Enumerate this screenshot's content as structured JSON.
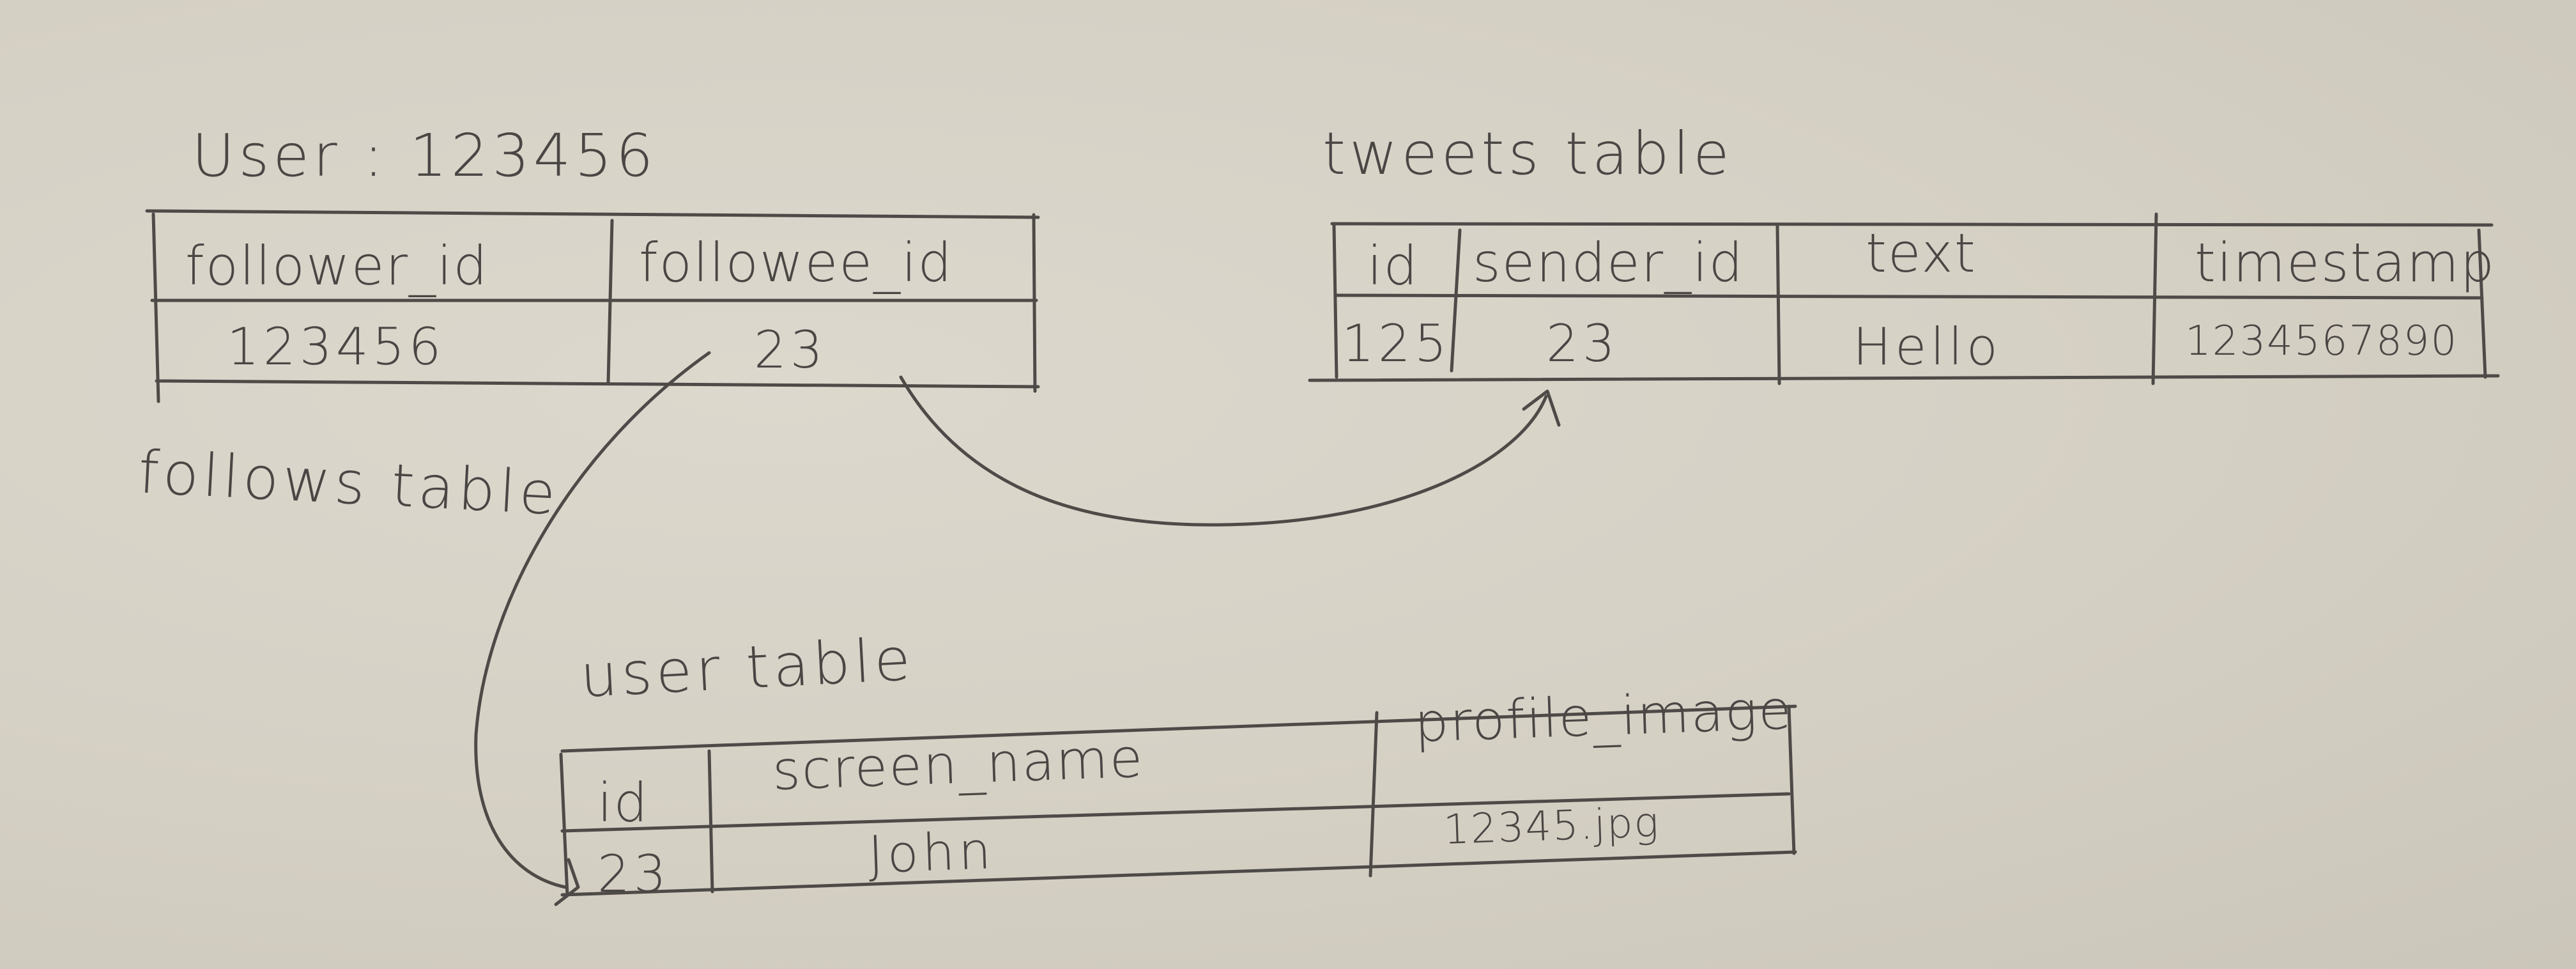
{
  "user_label": "User : 123456",
  "follows": {
    "caption": "follows table",
    "headers": [
      "follower_id",
      "followee_id"
    ],
    "row": [
      "123456",
      "23"
    ]
  },
  "tweets": {
    "caption": "tweets table",
    "headers": [
      "id",
      "sender_id",
      "text",
      "timestamp"
    ],
    "row": [
      "125",
      "23",
      "Hello",
      "1234567890"
    ]
  },
  "users": {
    "caption": "user table",
    "headers": [
      "id",
      "screen_name",
      "profile_image"
    ],
    "row": [
      "23",
      "John",
      "12345.jpg"
    ]
  },
  "colors": {
    "ink": "#4e4a47",
    "paper": "#d6d1c6"
  }
}
